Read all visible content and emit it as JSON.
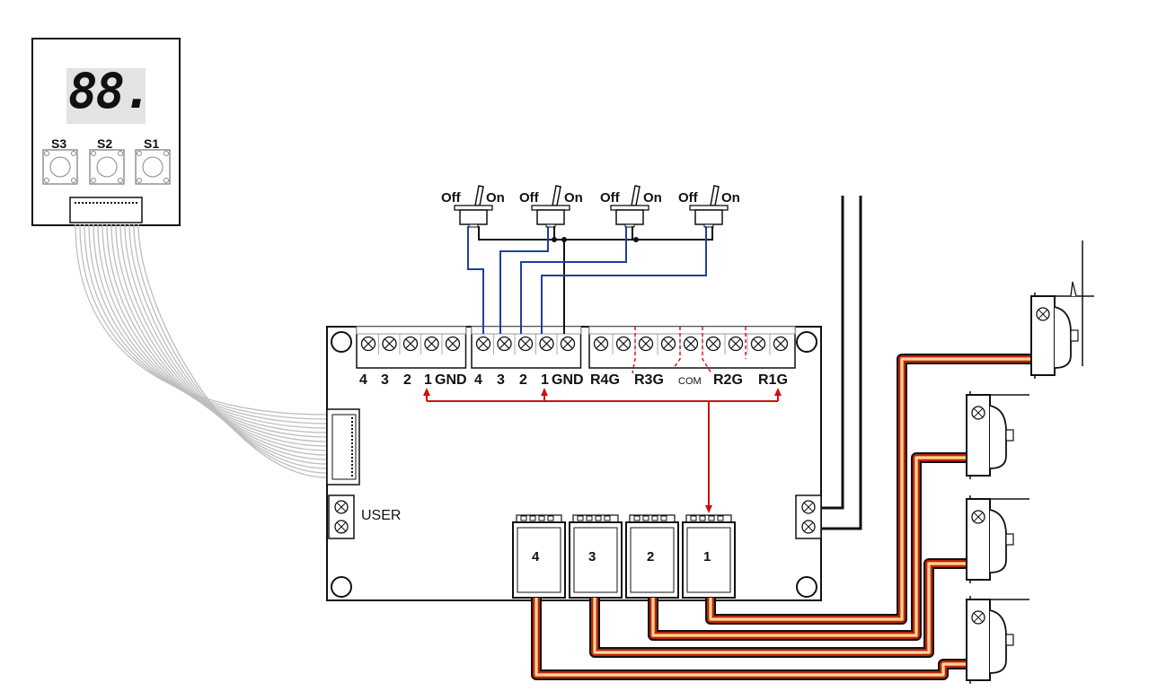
{
  "display": {
    "digits": "88.",
    "buttons": [
      "S3",
      "S2",
      "S1"
    ]
  },
  "switches": [
    {
      "off": "Off",
      "on": "On"
    },
    {
      "off": "Off",
      "on": "On"
    },
    {
      "off": "Off",
      "on": "On"
    },
    {
      "off": "Off",
      "on": "On"
    }
  ],
  "terminals": {
    "group1": [
      "4",
      "3",
      "2",
      "1",
      "GND"
    ],
    "group2": [
      "4",
      "3",
      "2",
      "1",
      "GND"
    ],
    "group3": [
      "R4G",
      "R3G",
      "COM",
      "R2G",
      "R1G"
    ]
  },
  "user_label": "USER",
  "relays": [
    "4",
    "3",
    "2",
    "1"
  ],
  "colors": {
    "wire_blue": "#1f3f9f",
    "wire_red": "#cc1111",
    "ribbon": "#bdbdbd",
    "cable_orange": "#e8a040",
    "cable_red": "#c0201a"
  }
}
